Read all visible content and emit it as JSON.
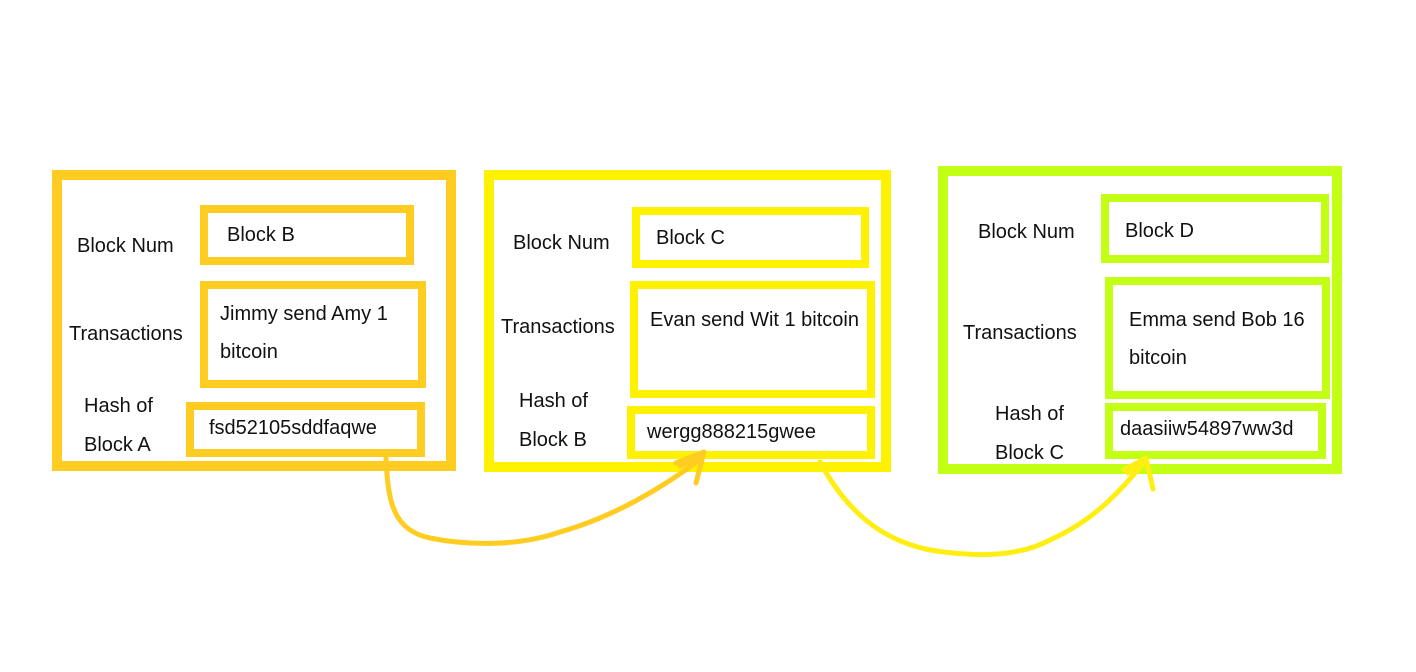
{
  "colors": {
    "block_a_border": "#FFCC22",
    "block_b_border": "#FFF200",
    "block_c_border": "#C2FF14",
    "arrow_1": "#FFCC22",
    "arrow_2": "#FFEE11"
  },
  "blocks": [
    {
      "block_num_label": "Block Num",
      "block_num_value": "Block B",
      "transactions_label": "Transactions",
      "transactions_value": "Jimmy send Amy 1 bitcoin",
      "hash_label_line1": "Hash of",
      "hash_label_line2": "Block A",
      "hash_value": "fsd52105sddfaqwe"
    },
    {
      "block_num_label": "Block Num",
      "block_num_value": "Block C",
      "transactions_label": "Transactions",
      "transactions_value": "Evan send Wit 1 bitcoin",
      "hash_label_line1": "Hash of",
      "hash_label_line2": "Block B",
      "hash_value": "wergg888215gwee"
    },
    {
      "block_num_label": "Block Num",
      "block_num_value": "Block D",
      "transactions_label": "Transactions",
      "transactions_value": "Emma send Bob 16 bitcoin",
      "hash_label_line1": "Hash of",
      "hash_label_line2": "Block C",
      "hash_value": "daasiiw54897ww3d"
    }
  ]
}
